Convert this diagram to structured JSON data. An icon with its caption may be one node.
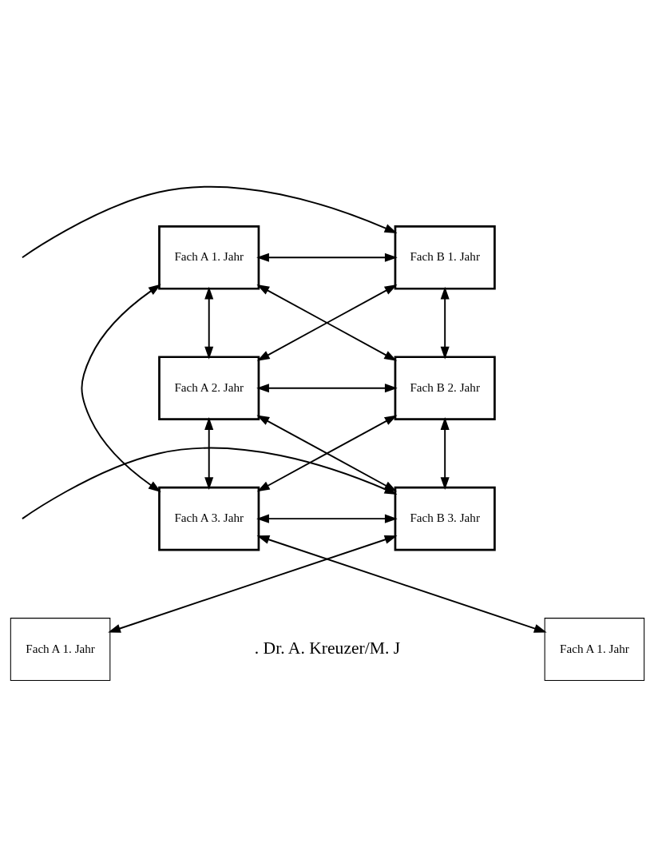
{
  "diagram": {
    "nodes": [
      {
        "text": [
          "Fach A 1. Jahr"
        ]
      },
      {
        "text": [
          "Fach B 1. Jahr"
        ]
      },
      {
        "text": [
          "Fach A 2. Jahr"
        ]
      },
      {
        "text": [
          "Fach B 2. Jahr"
        ]
      },
      {
        "text": [
          "Fach A 3. Jahr"
        ]
      },
      {
        "text": [
          "Fach B 3. Jahr"
        ]
      },
      {
        "text": [
          "Fach A 1. Jahr"
        ]
      },
      {
        "text": [
          "Fach A 1. Jahr"
        ]
      }
    ],
    "edges": [
      {
        "from": 0,
        "to": 1,
        "arrow": "both"
      },
      {
        "from": null,
        "to": 1,
        "arrow": "to"
      },
      {
        "from": 0,
        "to": 2,
        "arrow": "both"
      },
      {
        "from": 0,
        "to": 3,
        "arrow": "both"
      },
      {
        "from": 1,
        "to": 2,
        "arrow": "both"
      },
      {
        "from": 1,
        "to": 3,
        "arrow": "both"
      },
      {
        "from": 2,
        "to": 3,
        "arrow": "both"
      },
      {
        "from": 2,
        "to": 4,
        "arrow": "both"
      },
      {
        "from": 2,
        "to": 5,
        "arrow": "both"
      },
      {
        "from": 3,
        "to": 4,
        "arrow": "both"
      },
      {
        "from": 3,
        "to": 5,
        "arrow": "both"
      },
      {
        "from": 0,
        "to": 4,
        "arrow": "both"
      },
      {
        "from": 4,
        "to": 5,
        "arrow": "both"
      },
      {
        "from": null,
        "to": 5,
        "arrow": "to"
      },
      {
        "from": 4,
        "to": 7,
        "arrow": "both"
      },
      {
        "from": 5,
        "to": 6,
        "arrow": "both"
      }
    ],
    "labels": [
      ". Dr. A. Kreuzer/M. J"
    ]
  }
}
